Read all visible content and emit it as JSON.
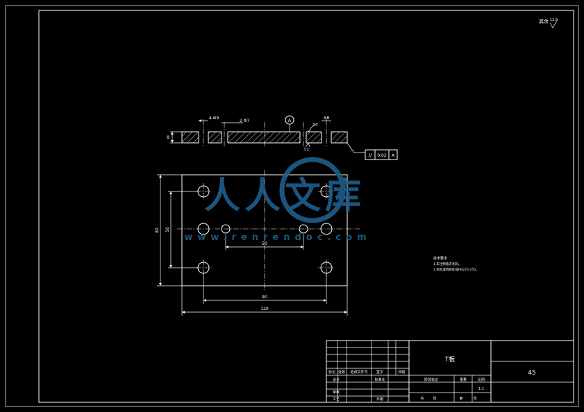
{
  "colors": {
    "background": "#000000",
    "lines": "#ffffff",
    "watermark": "#1f5f8c"
  },
  "roughness_note": "其余",
  "roughness_value": "12.5",
  "view_top": {
    "hole_callout_a": "4-Φ9",
    "hole_callout_b": "2-Φ7",
    "datum_label": "A",
    "roughness_label": "3.2",
    "roughness_label_lower": "3.2",
    "dim_counterbore": "Φ8",
    "dim_thickness": "8",
    "tolerance_symbol": "//",
    "tolerance_value": "0.02",
    "tolerance_datum": "A"
  },
  "view_plan": {
    "dim_inner_span": "50",
    "dim_hole_span": "90",
    "dim_overall_width": "120",
    "dim_overall_height": "80",
    "dim_hole_height": "50"
  },
  "tech_notes": {
    "title": "技术要求",
    "line1": "1.未注倒角去毛刺。",
    "line2": "2.热处理调质处理HB220-250。"
  },
  "title_block": {
    "part_name": "T板",
    "material": "45",
    "rev_headers": {
      "mark": "标记",
      "count": "处数",
      "zone": "更改文件号",
      "sign": "签字",
      "date": "日期"
    },
    "row_design": {
      "label": "设计",
      "std": "标准化"
    },
    "row_check": {
      "label": "审核"
    },
    "row_process": {
      "label": "工艺",
      "approve": "日期"
    },
    "stage_labels": {
      "stage": "阶段标记",
      "weight": "重量",
      "scale": "比例"
    },
    "scale_value": "1:1",
    "sheet_labels": {
      "total": "共",
      "sheet": "张",
      "no": "第",
      "of": "张"
    }
  },
  "watermark": {
    "brand": "人人文库",
    "url": "www.renrendoc.com"
  }
}
